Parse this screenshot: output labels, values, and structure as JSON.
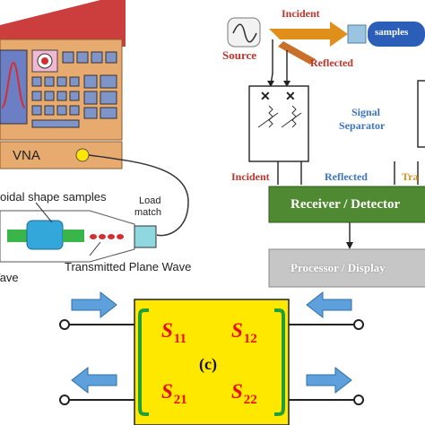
{
  "vna": {
    "label": "VNA",
    "samples_label": "oidal shape samples",
    "load_match": [
      "Load",
      "match"
    ],
    "transmitted_label": "Transmitted Plane Wave",
    "wave_label": "Vave"
  },
  "signal_flow": {
    "source": "Source",
    "incident_top": "Incident",
    "reflected_top": "Reflected",
    "samples": "samples",
    "signal_separator": [
      "Signal",
      "Separator"
    ],
    "incident_bottom": "Incident",
    "reflected_bottom": "Reflected",
    "transmitted_partial": "Tra",
    "receiver": "Receiver / Detector",
    "processor": "Processor / Display"
  },
  "sparams": {
    "center": "(c)",
    "cells": [
      {
        "letter": "S",
        "sub": "11"
      },
      {
        "letter": "S",
        "sub": "12"
      },
      {
        "letter": "S",
        "sub": "21"
      },
      {
        "letter": "S",
        "sub": "22"
      }
    ]
  },
  "colors": {
    "vna_roof": "#cc3d3d",
    "vna_body": "#e7aa6f",
    "receiver": "#4f8a32",
    "processor": "#c6c6c6",
    "label_red": "#c0342c",
    "label_blue": "#3b74c4",
    "label_orange": "#e0901a",
    "sparam_box": "#ffe800",
    "sparam_text": "#e81010",
    "arrow_blue": "#5da0dc"
  }
}
